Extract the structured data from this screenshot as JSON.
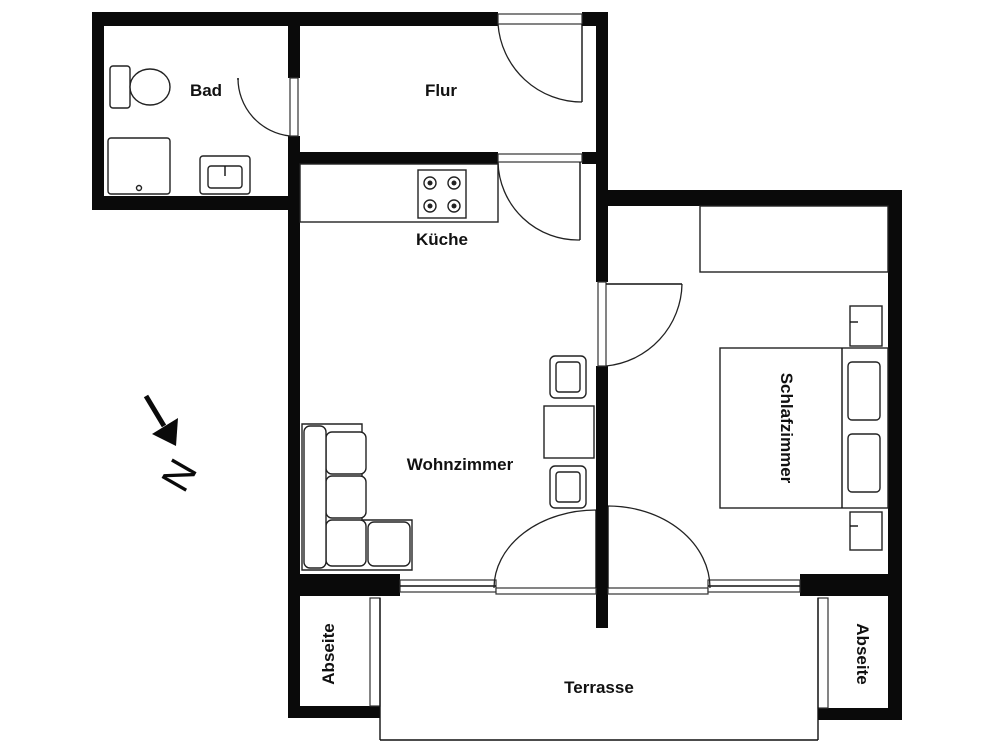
{
  "rooms": {
    "bad": "Bad",
    "flur": "Flur",
    "kueche": "Küche",
    "wohnzimmer": "Wohnzimmer",
    "schlafzimmer": "Schlafzimmer",
    "terrasse": "Terrasse",
    "abseite_left": "Abseite",
    "abseite_right": "Abseite"
  },
  "compass": {
    "north_label": "N",
    "icon": "north-arrow-icon"
  },
  "colors": {
    "wall": "#0a0a0a",
    "background": "#ffffff",
    "line": "#222222"
  }
}
